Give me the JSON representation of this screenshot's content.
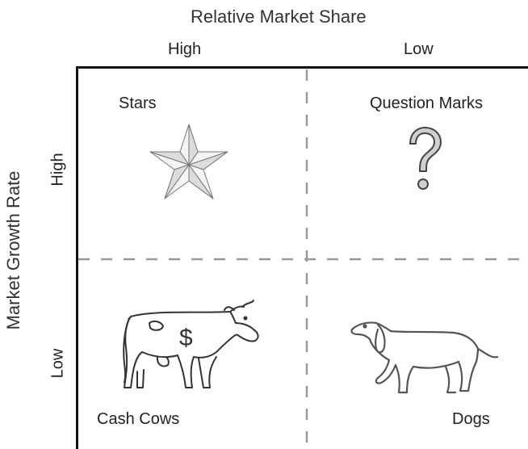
{
  "axes": {
    "x_title": "Relative Market Share",
    "x_high": "High",
    "x_low": "Low",
    "y_title": "Market Growth Rate",
    "y_high": "High",
    "y_low": "Low"
  },
  "quadrants": {
    "stars": {
      "label": "Stars",
      "icon": "star-icon"
    },
    "question_marks": {
      "label": "Question Marks",
      "icon": "question-mark-icon"
    },
    "cash_cows": {
      "label": "Cash Cows",
      "icon": "cow-icon",
      "symbol": "$"
    },
    "dogs": {
      "label": "Dogs",
      "icon": "dog-icon"
    }
  }
}
